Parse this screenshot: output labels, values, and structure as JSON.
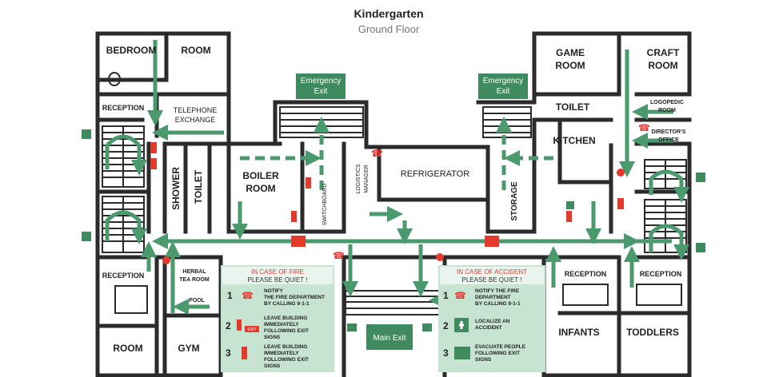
{
  "header": {
    "title": "Kindergarten",
    "subtitle": "Ground Floor"
  },
  "rooms": {
    "bedroom": "BEDROOM",
    "room_top_left": "ROOM",
    "reception_tl": "RECEPTION",
    "telephone_1": "TELEPHONE",
    "telephone_2": "EXCHANGE",
    "shower": "SHOWER",
    "toilet_left": "TOILET",
    "boiler_1": "BOILER",
    "boiler_2": "ROOM",
    "switchboard": "SWITCHBOARD",
    "logistics_1": "LOGISTICS",
    "logistics_2": "MANAGER",
    "refrigerator": "REFRIGERATOR",
    "storage": "STORAGE",
    "kitchen": "KITCHEN",
    "game_1": "GAME",
    "game_2": "ROOM",
    "craft_1": "CRAFT",
    "craft_2": "ROOM",
    "toilet_right": "TOILET",
    "logopedic_1": "LOGOPEDIC",
    "logopedic_2": "ROOM",
    "directors_1": "DIRECTOR'S",
    "directors_2": "OFFICE",
    "reception_bl": "RECEPTION",
    "herbal_1": "HERBAL",
    "herbal_2": "TEA ROOM",
    "pool": "POOL",
    "room_bottom_left": "ROOM",
    "gym": "GYM",
    "reception_infants": "RECEPTION",
    "reception_toddlers": "RECEPTION",
    "infants": "INFANTS",
    "toddlers": "TODDLERS"
  },
  "exits": {
    "emergency_left_1": "Emergency",
    "emergency_left_2": "Exit",
    "emergency_right_1": "Emergency",
    "emergency_right_2": "Exit",
    "main": "Main Exit",
    "sign_text": "EXIT"
  },
  "fire_box": {
    "title": "IN CASE OF FIRE",
    "subtitle": "PLEASE BE QUIET !",
    "steps": [
      {
        "num": "1",
        "lines": [
          "NOTIFY",
          "THE FIRE DEPARTMENT",
          "BY CALLING 9-1-1"
        ]
      },
      {
        "num": "2",
        "lines": [
          "LEAVE BUILDING",
          "IMMEDIATELY",
          "FOLLOWING EXIT",
          "SIGNS"
        ]
      },
      {
        "num": "3",
        "lines": [
          "LEAVE BUILDING",
          "IMMEDIATELY",
          "FOLLOWING EXIT",
          "SIGNS"
        ]
      }
    ]
  },
  "accident_box": {
    "title": "IN CASE OF ACCIDENT",
    "subtitle": "PLEASE BE QUIET !",
    "steps": [
      {
        "num": "1",
        "lines": [
          "NOTIFY THE FIRE",
          "DEPARTMENT",
          "BY CALLING 9-1-1"
        ]
      },
      {
        "num": "2",
        "lines": [
          "LOCALIZE AN",
          "ACCIDENT"
        ]
      },
      {
        "num": "3",
        "lines": [
          "EVACUATE PEOPLE",
          "FOLLOWING EXIT",
          "SIGNS"
        ]
      }
    ]
  },
  "colors": {
    "arrow": "#4a9a6e",
    "exit_box": "#3f8a5e",
    "panel": "#c7e3d1",
    "danger": "#e23b2e",
    "wall": "#2b2b2b"
  }
}
